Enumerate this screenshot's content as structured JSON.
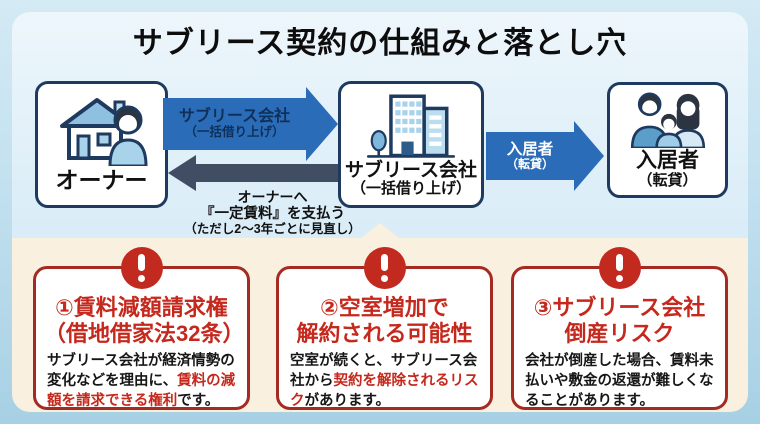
{
  "title": "サブリース契約の仕組みと落とし穴",
  "diagram": {
    "owner": {
      "label": "オーナー",
      "icon": "house-owner-icon"
    },
    "company": {
      "label": "サブリース会社",
      "sublabel": "（一括借り上げ）",
      "icon": "buildings-icon"
    },
    "tenant": {
      "label": "入居者",
      "sublabel": "（転貸）",
      "icon": "family-icon"
    },
    "lease_arrow": {
      "direction": "right",
      "label": "サブリース会社",
      "sublabel": "（一括借り上げ）"
    },
    "rent_arrow": {
      "direction": "left",
      "line1": "オーナーへ",
      "line2": "『一定賃料』を支払う",
      "line3": "（ただし2～3年ごとに見直し）"
    },
    "sublet_arrow": {
      "direction": "right",
      "label": "入居者",
      "sublabel": "（転貸）"
    }
  },
  "warnings": [
    {
      "icon": "exclamation-icon",
      "title_line1": "①賃料減額請求権",
      "title_line2": "（借地借家法32条）",
      "body_before": "サブリース会社が経済情勢の変化などを理由に、",
      "body_highlight": "賃料の減額を請求できる権利",
      "body_after": "です。"
    },
    {
      "icon": "exclamation-icon",
      "title_line1": "②空室増加で",
      "title_line2": "解約される可能性",
      "body_before": "空室が続くと、サブリース会社から",
      "body_highlight": "契約を解除されるリスク",
      "body_after": "があります。"
    },
    {
      "icon": "exclamation-icon",
      "title_line1": "③サブリース会社",
      "title_line2": "倒産リスク",
      "body_before": "会社が倒産した場合、賃料未払いや敷金の返還が難しくなることがあります。",
      "body_highlight": "",
      "body_after": ""
    }
  ],
  "colors": {
    "panel_blue": "#ddeef7",
    "panel_cream": "#faf0df",
    "navy_border": "#1e3a5f",
    "arrow_blue": "#2a6cb8",
    "arrow_dark": "#414d63",
    "warning_red": "#c5291d",
    "card_border_red": "#a52b22",
    "badge_red": "#c22a20"
  }
}
